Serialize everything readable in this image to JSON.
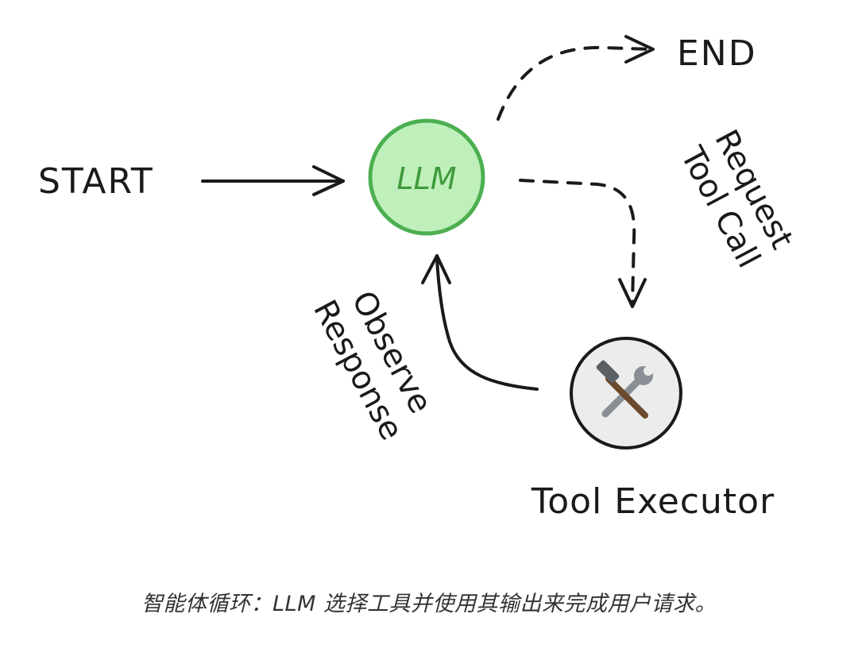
{
  "diagram": {
    "start_label": "START",
    "end_label": "END",
    "llm_label": "LLM",
    "request_line1": "Request",
    "request_line2": "Tool Call",
    "observe_line1": "Observe",
    "observe_line2": "Response",
    "executor_label": "Tool Executor",
    "tool_icon": "hammer-and-wrench-icon",
    "colors": {
      "llm_fill": "#bff0bc",
      "llm_stroke": "#4caf50",
      "llm_text": "#3f9a3c",
      "tool_fill": "#ececec",
      "ink": "#1a1a1a"
    }
  },
  "caption": "智能体循环：LLM 选择工具并使用其输出来完成用户请求。"
}
